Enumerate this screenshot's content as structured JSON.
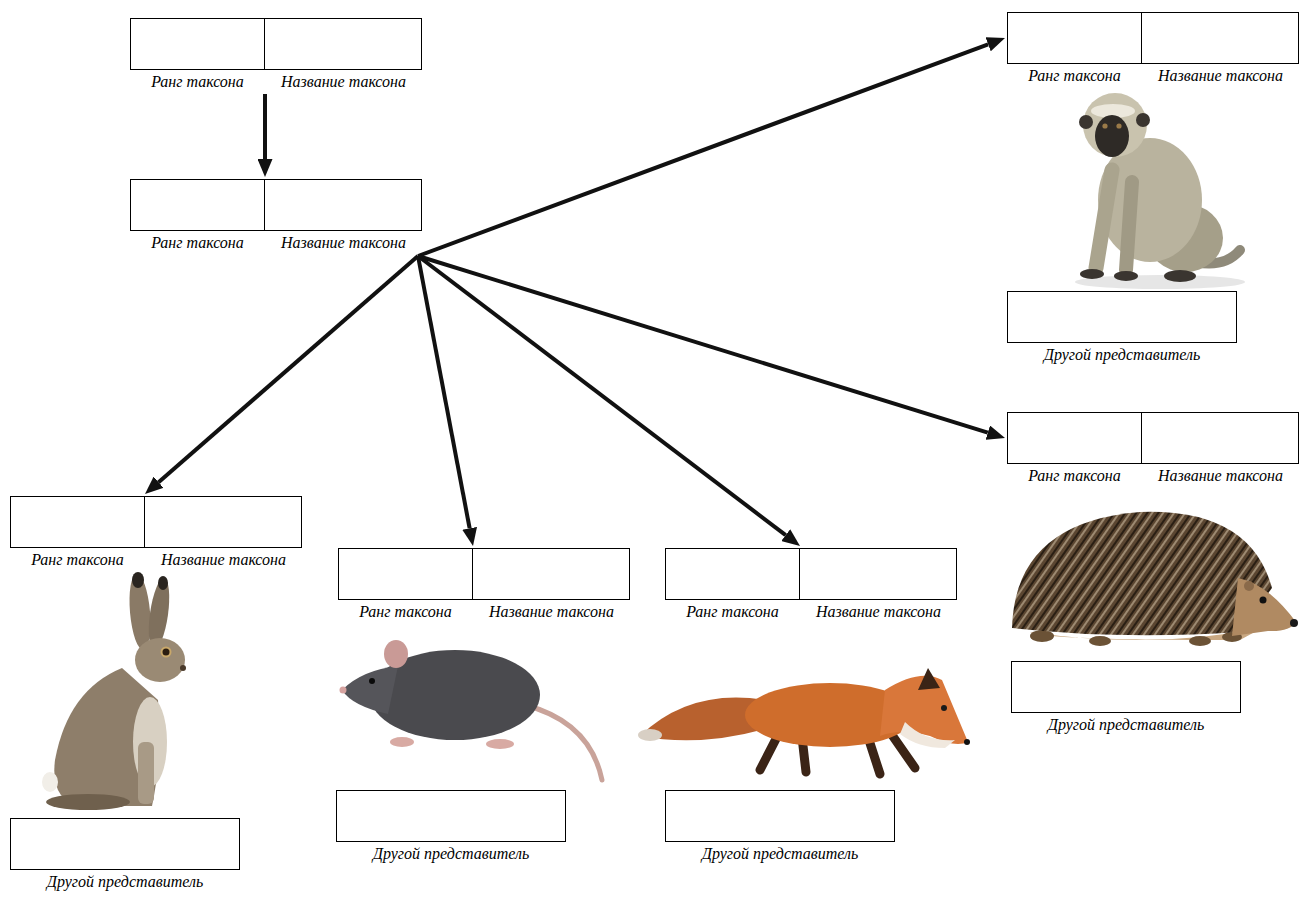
{
  "diagram": {
    "nodes": [
      {
        "text": [
          "Ранг таксона",
          "Название таксона"
        ]
      },
      {
        "text": [
          "Ранг таксона",
          "Название таксона"
        ]
      },
      {
        "text": [
          "Ранг таксона",
          "Название таксона"
        ]
      },
      {
        "text": [
          "Другой представитель"
        ]
      },
      {
        "text": [
          "Ранг таксона",
          "Название таксона"
        ]
      },
      {
        "text": [
          "Ранг таксона",
          "Название таксона"
        ]
      },
      {
        "text": [
          "Ранг таксона",
          "Название таксона"
        ]
      },
      {
        "text": [
          "Ранг таксона",
          "Название таксона"
        ]
      },
      {
        "text": [
          "Другой представитель"
        ]
      },
      {
        "text": [
          "Другой представитель"
        ]
      },
      {
        "text": [
          "Другой представитель"
        ]
      },
      {
        "text": [
          "Другой представитель"
        ]
      }
    ],
    "edges": [
      {
        "from": 0,
        "to": 1,
        "arrow": "to"
      },
      {
        "from": 1,
        "to": 2,
        "arrow": "to"
      },
      {
        "from": 1,
        "to": 4,
        "arrow": "to"
      },
      {
        "from": 1,
        "to": 5,
        "arrow": "to"
      },
      {
        "from": 1,
        "to": 6,
        "arrow": "to"
      },
      {
        "from": 1,
        "to": 7,
        "arrow": "to"
      }
    ]
  }
}
